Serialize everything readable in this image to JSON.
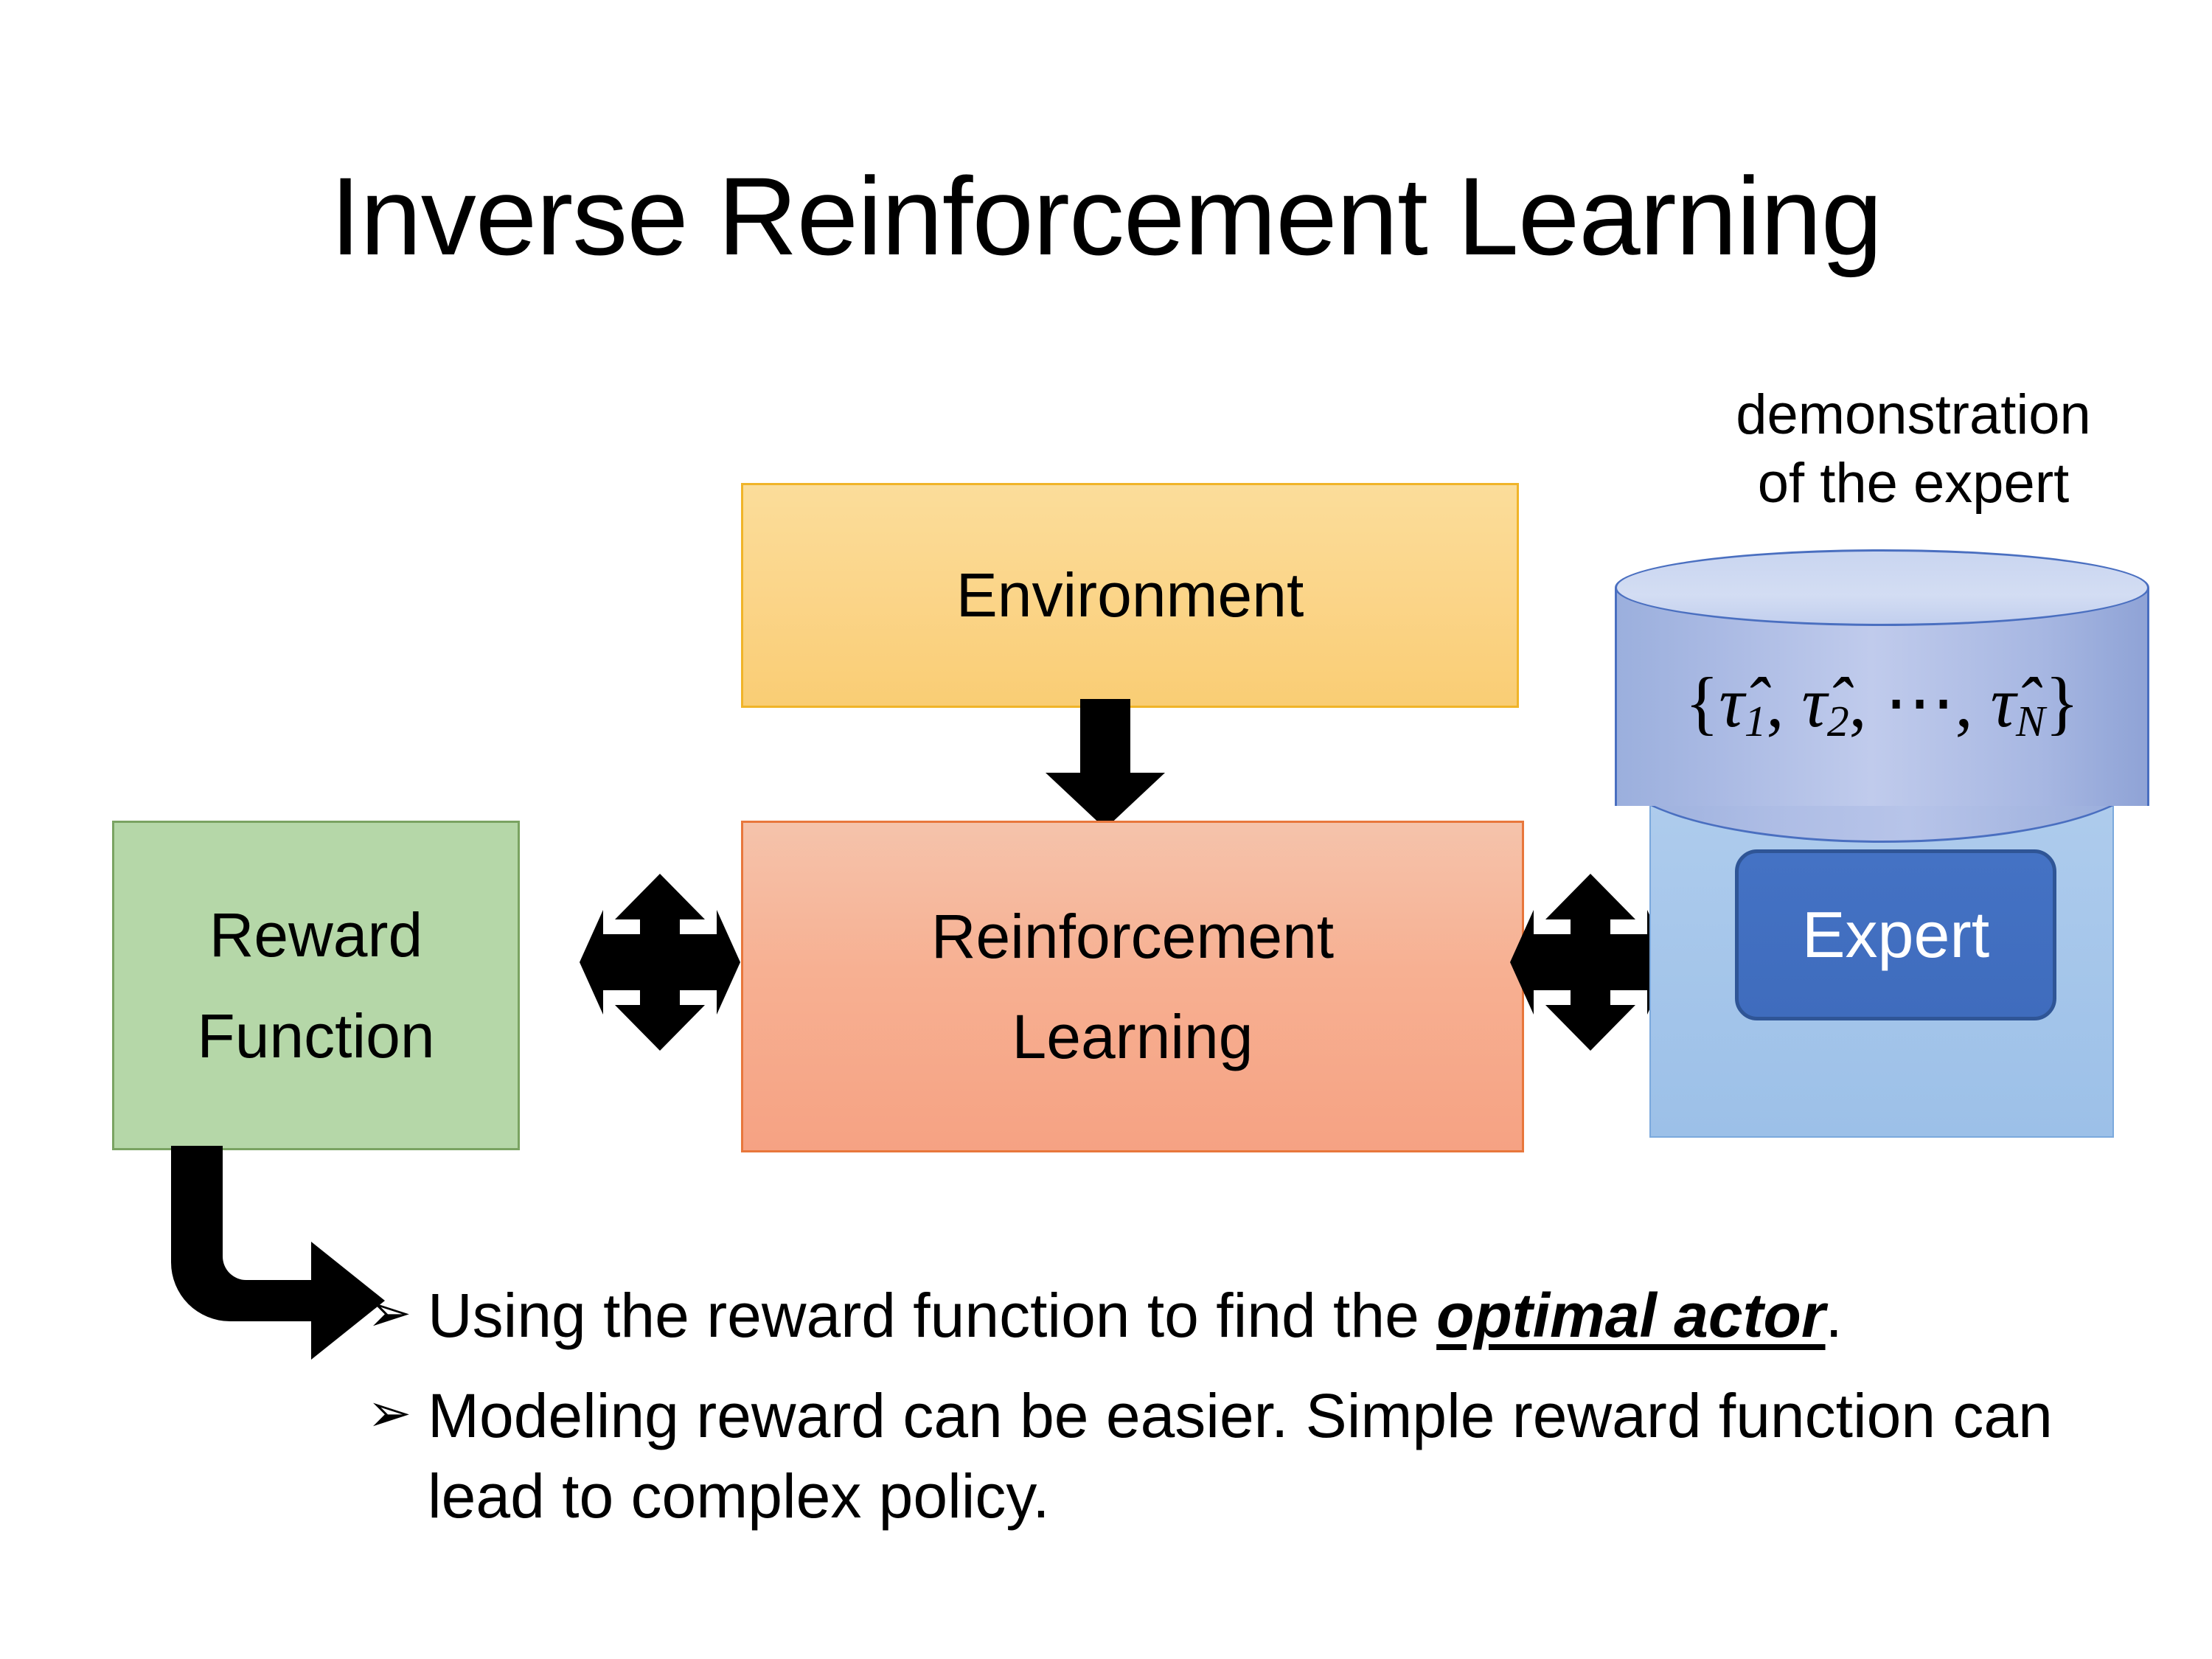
{
  "slide": {
    "title": "Inverse Reinforcement Learning",
    "background_color": "#ffffff"
  },
  "diagram": {
    "environment_box": {
      "label": "Environment",
      "fill_color": "#fbd487",
      "border_color": "#f0b429"
    },
    "reinforcement_learning_box": {
      "label": "Reinforcement\nLearning",
      "fill_color": "#f7b092",
      "border_color": "#e8773c"
    },
    "reward_function_box": {
      "label": "Reward\nFunction",
      "fill_color": "#b5d7a8",
      "border_color": "#7aa362"
    },
    "expert_cluster": {
      "caption": "demonstration\nof the expert",
      "cylinder_formula": {
        "open_brace": "{",
        "terms": [
          "τ̂",
          "τ̂",
          "⋯",
          "τ̂"
        ],
        "subscripts": [
          "1",
          "2",
          "",
          "N"
        ],
        "close_brace": "}",
        "plain_text": "{τ̂1, τ̂2, ⋯, τ̂N}"
      },
      "expert_button_label": "Expert",
      "cylinder_fill_color": "#aebce4",
      "cylinder_border_color": "#4a6fc0",
      "panel_fill_color": "#a5c5ea",
      "expert_button_fill_color": "#4472c4",
      "expert_button_text_color": "#ffffff"
    },
    "arrows": {
      "environment_to_rl": "down-arrow",
      "reward_to_rl": "quad-arrow-left",
      "rl_to_expert": "quad-arrow-right",
      "reward_to_bullets": "bent-arrow",
      "arrow_color": "#000000"
    }
  },
  "bullets": [
    {
      "marker": "➢",
      "prefix": "Using the reward function to find the ",
      "emphasis": "optimal actor",
      "suffix": "."
    },
    {
      "marker": "➢",
      "prefix": "Modeling reward can be easier. Simple reward function can lead to complex policy.",
      "emphasis": "",
      "suffix": ""
    }
  ]
}
